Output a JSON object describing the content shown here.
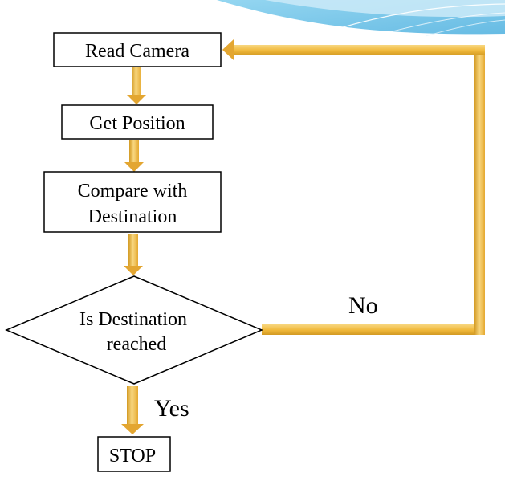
{
  "colors": {
    "arrow": "#f0b83a",
    "arrow_light": "#f8d780",
    "arrow_dark": "#d39a23",
    "box_border": "#000000",
    "box_fill": "#ffffff",
    "wave_dark": "#79c8ea",
    "wave_light": "#cbeaf8"
  },
  "nodes": {
    "read_camera": "Read Camera",
    "get_position": "Get Position",
    "compare_line1": "Compare with",
    "compare_line2": "Destination",
    "decision_line1": "Is Destination",
    "decision_line2": "reached",
    "stop": "STOP"
  },
  "branches": {
    "no": "No",
    "yes": "Yes"
  }
}
